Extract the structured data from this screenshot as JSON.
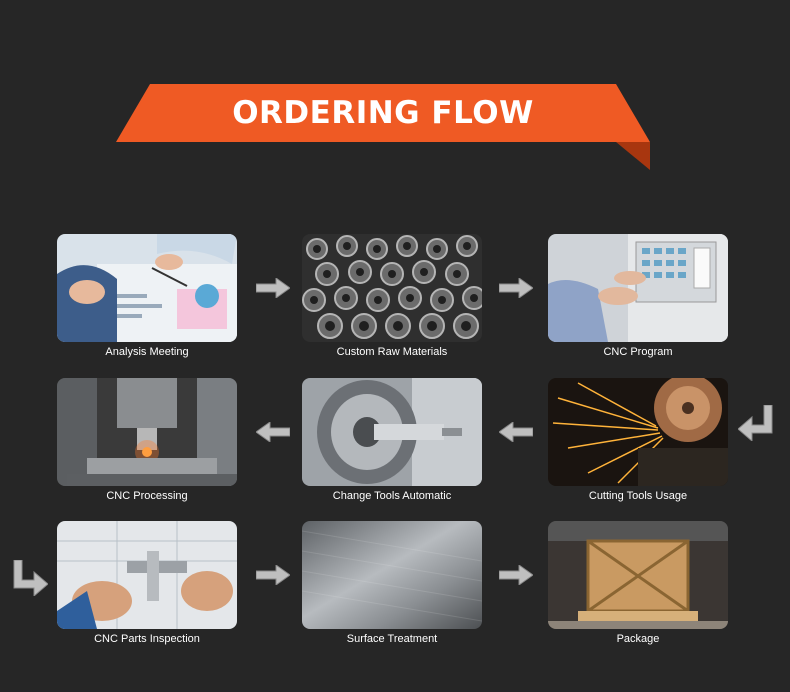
{
  "title": "ORDERING FLOW",
  "colors": {
    "accent": "#ef5a24",
    "accent_dark": "#b03a14",
    "background": "#262626",
    "arrow": "#bfbfbf"
  },
  "steps": [
    {
      "label": "Analysis Meeting",
      "icon": "meeting-photo"
    },
    {
      "label": "Custom Raw Materials",
      "icon": "raw-materials-photo"
    },
    {
      "label": "CNC Program",
      "icon": "cnc-program-photo"
    },
    {
      "label": "Cutting Tools Usage",
      "icon": "cutting-tools-photo"
    },
    {
      "label": "Change Tools Automatic",
      "icon": "change-tools-photo"
    },
    {
      "label": "CNC Processing",
      "icon": "cnc-processing-photo"
    },
    {
      "label": "CNC Parts Inspection",
      "icon": "inspection-photo"
    },
    {
      "label": "Surface Treatment",
      "icon": "surface-photo"
    },
    {
      "label": "Package",
      "icon": "package-photo"
    }
  ]
}
